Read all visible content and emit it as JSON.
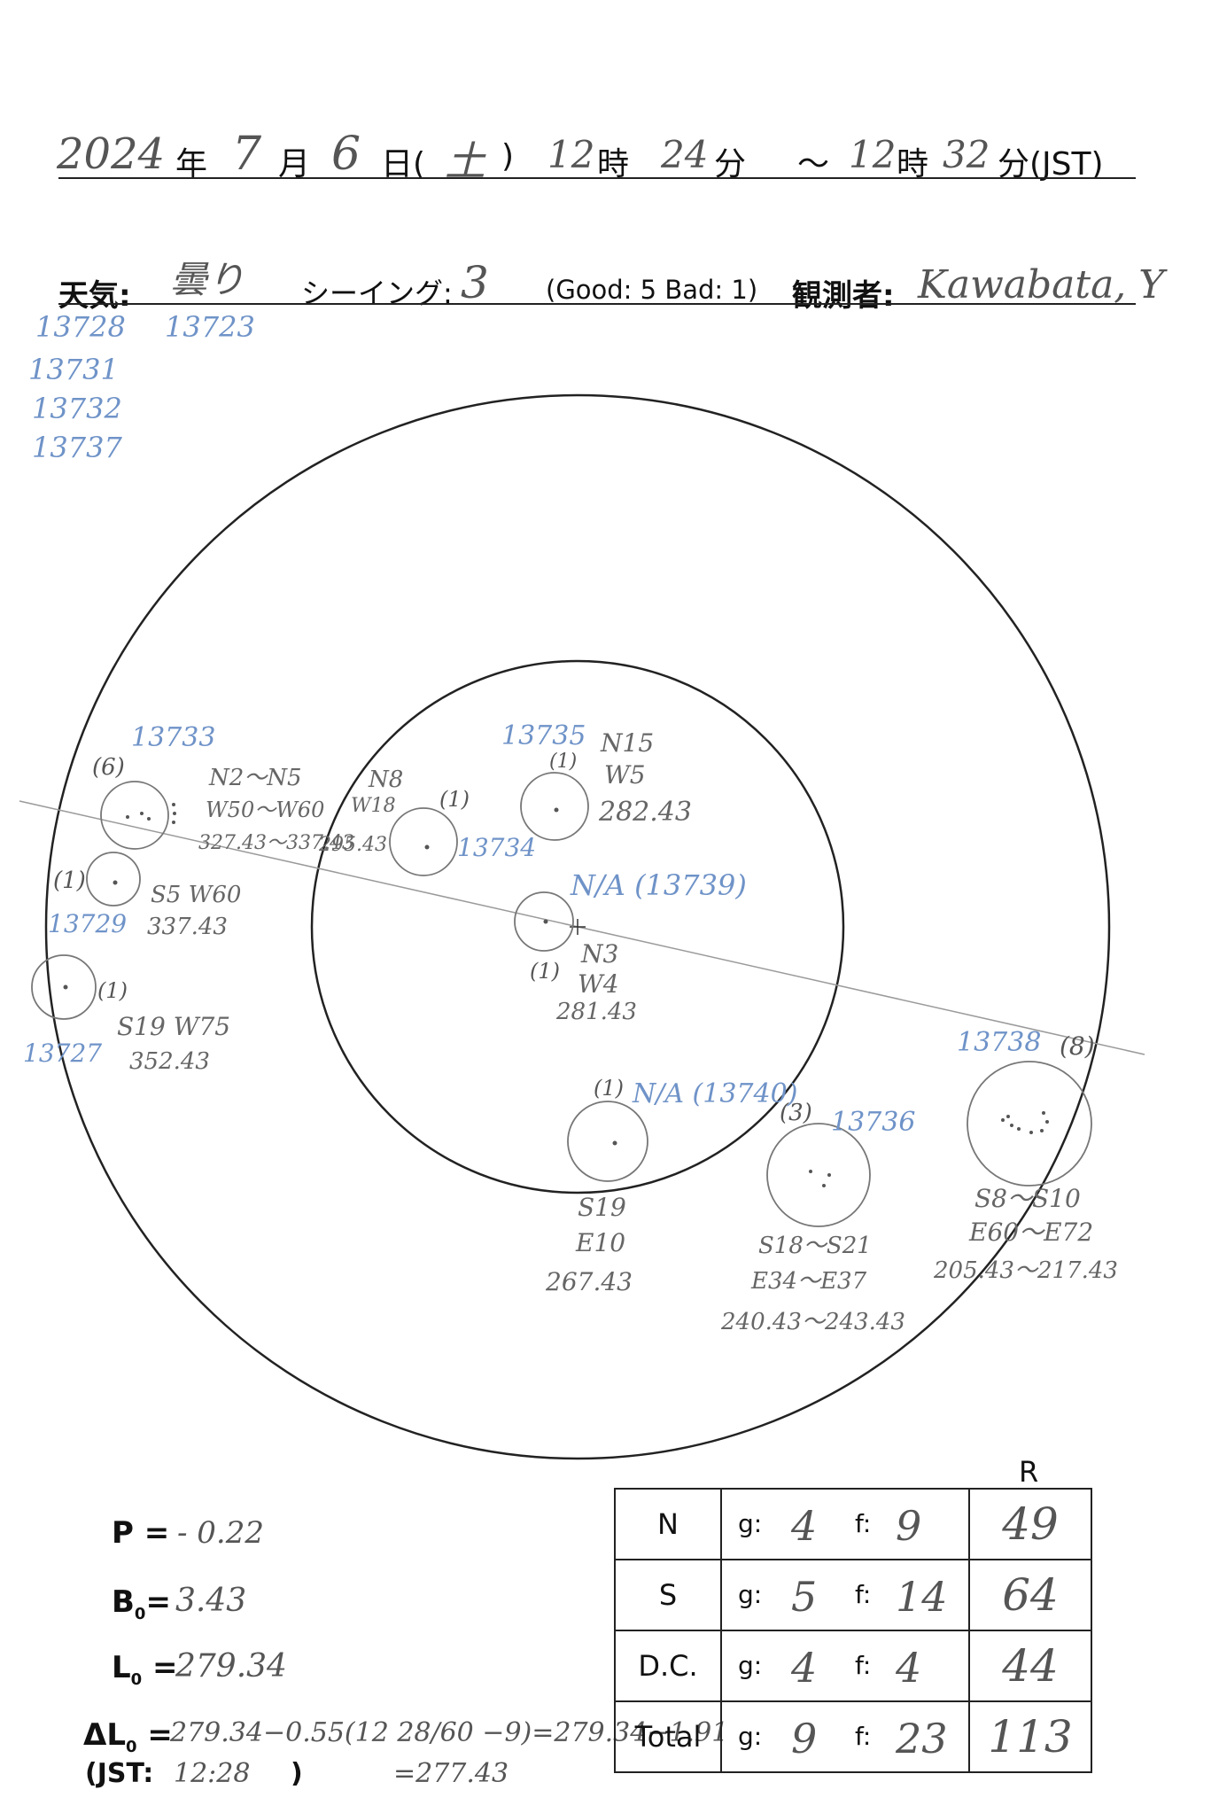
{
  "header": {
    "year": "2024",
    "year_unit": "年",
    "month": "7",
    "month_unit": "月",
    "day": "6",
    "day_unit": "日(",
    "weekday": "土",
    "paren_close": ")",
    "start_hour": "12",
    "hour_unit": "時",
    "start_min": "24",
    "min_unit": "分",
    "tilde": "～",
    "end_hour": "12",
    "end_hour_unit": "時",
    "end_min": "32",
    "end_min_unit": "分(JST)"
  },
  "conditions": {
    "weather_label": "天気:",
    "weather_value": "曇り",
    "seeing_label": "シーイング:",
    "seeing_value": "3",
    "scale_note": "(Good: 5  Bad: 1)",
    "observer_label": "観測者:",
    "observer_value": "Kawabata, Y"
  },
  "region_list": {
    "col1": [
      "13728",
      "13731",
      "13732",
      "13737"
    ],
    "col2": [
      "13723"
    ]
  },
  "sunspot_groups": [
    {
      "id": "13733",
      "count": "(6)",
      "lat": "N2～N5",
      "lon": "W50～W60",
      "carrington": "327.43～337.43"
    },
    {
      "id": "13729",
      "count": "(1)",
      "lat": "S5 W60",
      "carrington": "337.43"
    },
    {
      "id": "13727",
      "count": "(1)",
      "lat": "S19 W75",
      "carrington": "352.43"
    },
    {
      "id": "13734",
      "count": "(1)",
      "lat": "N8",
      "lon": "W18",
      "carrington": "295.43"
    },
    {
      "id": "13735",
      "count": "(1)",
      "lat": "N15",
      "lon": "W5",
      "carrington": "282.43"
    },
    {
      "id": "N/A (13739)",
      "count": "(1)",
      "lat": "N3",
      "lon": "W4",
      "carrington": "281.43"
    },
    {
      "id": "N/A (13740)",
      "count": "(1)",
      "lat": "S19",
      "lon": "E10",
      "carrington": "267.43"
    },
    {
      "id": "13736",
      "count": "(3)",
      "lat": "S18～S21",
      "lon": "E34～E37",
      "carrington": "240.43～243.43"
    },
    {
      "id": "13738",
      "count": "(8)",
      "lat": "S8～S10",
      "lon": "E60～E72",
      "carrington": "205.43～217.43"
    }
  ],
  "ephemeris": {
    "p_label": "P =",
    "p_value": "- 0.22",
    "b0_label": "B",
    "b0_sub": "0",
    "b0_eq": "=",
    "b0_value": "3.43",
    "l0_label": "L",
    "l0_sub": "0",
    "l0_eq": "=",
    "l0_value": "279.34",
    "dl0_label": "ΔL",
    "dl0_sub": "0",
    "dl0_eq": "=",
    "dl0_value": "279.34−0.55(12 28/60 −9)=279.34−1.91",
    "dl0_result": "=277.43",
    "jst_label": "(JST:",
    "jst_value": "12:28",
    "jst_close": ")"
  },
  "counts": {
    "r_header": "R",
    "g_label": "g:",
    "f_label": "f:",
    "rows": [
      {
        "hemisphere": "N",
        "g": "4",
        "f": "9",
        "r": "49"
      },
      {
        "hemisphere": "S",
        "g": "5",
        "f": "14",
        "r": "64"
      },
      {
        "hemisphere": "D.C.",
        "g": "4",
        "f": "4",
        "r": "44"
      },
      {
        "hemisphere": "Total",
        "g": "9",
        "f": "23",
        "r": "113"
      }
    ]
  },
  "colors": {
    "ink": "#222222",
    "pencil": "#555555",
    "blue_pencil": "#6f93c8"
  }
}
